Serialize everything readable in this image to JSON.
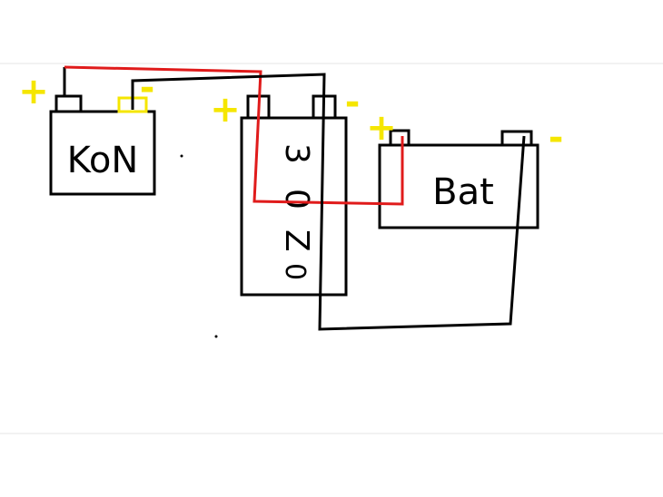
{
  "components": [
    {
      "id": "kon",
      "label": "KoN"
    },
    {
      "id": "module",
      "label_chars": [
        "3",
        "0",
        "Z",
        "0"
      ]
    },
    {
      "id": "bat",
      "label": "Bat"
    }
  ],
  "polarity": {
    "plus": "+",
    "minus": "-"
  },
  "colors": {
    "wire_positive": "#e01b1b",
    "wire_negative": "#000000",
    "polarity_mark": "#f5e600",
    "outline": "#000000"
  }
}
